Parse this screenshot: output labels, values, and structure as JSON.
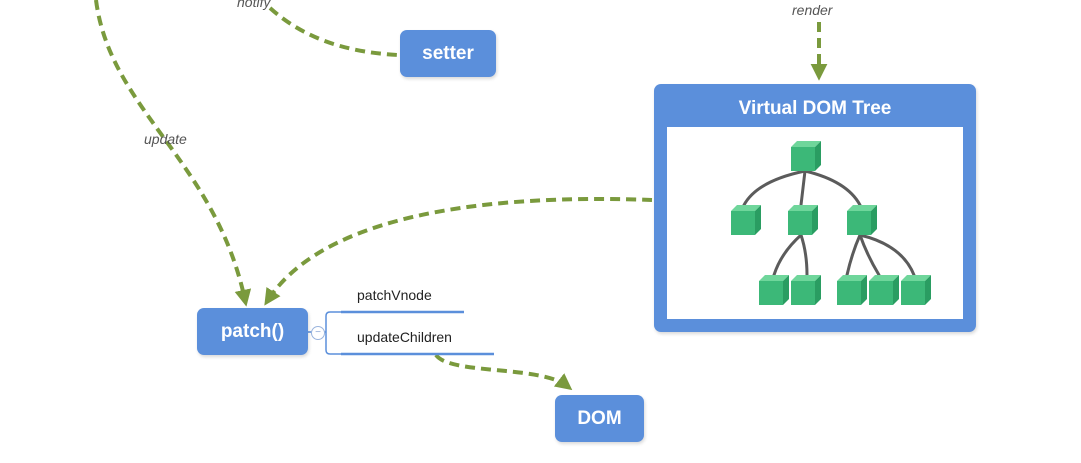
{
  "colors": {
    "node_fill": "#5b8fdb",
    "arrow": "#7a9a3d",
    "cube": "#3cb878",
    "connector": "#5b5b5b"
  },
  "nodes": {
    "setter": "setter",
    "patch": "patch()",
    "dom": "DOM",
    "virtual_dom_title": "Virtual DOM Tree"
  },
  "edge_labels": {
    "notify": "notify",
    "update": "update",
    "render": "render"
  },
  "patch_methods": [
    "patchVnode",
    "updateChildren"
  ],
  "collapse_symbol": "−"
}
